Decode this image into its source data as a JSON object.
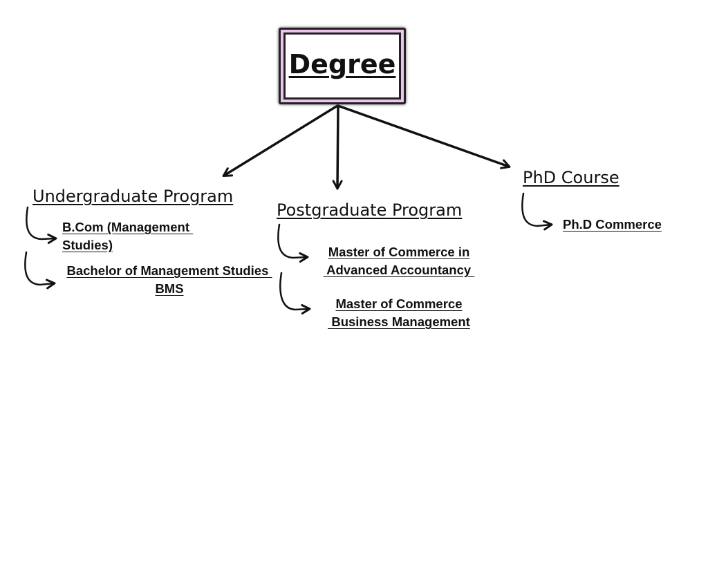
{
  "root": {
    "label": "Degree"
  },
  "branches": [
    {
      "title": "Undergraduate Program",
      "items": [
        {
          "lines": [
            "B.Com (Management ",
            "Studies)"
          ]
        },
        {
          "lines": [
            "Bachelor of Management Studies ",
            "BMS"
          ]
        }
      ]
    },
    {
      "title": "Postgraduate Program",
      "items": [
        {
          "lines": [
            "Master of Commerce in",
            " Advanced Accountancy "
          ]
        },
        {
          "lines": [
            "Master of Commerce",
            " Business Management"
          ]
        }
      ]
    },
    {
      "title": "PhD Course",
      "items": [
        {
          "lines": [
            "Ph.D Commerce"
          ]
        }
      ]
    }
  ],
  "colors": {
    "box_border": "#222222",
    "box_accent": "#f0c2ee",
    "ink": "#111111"
  }
}
